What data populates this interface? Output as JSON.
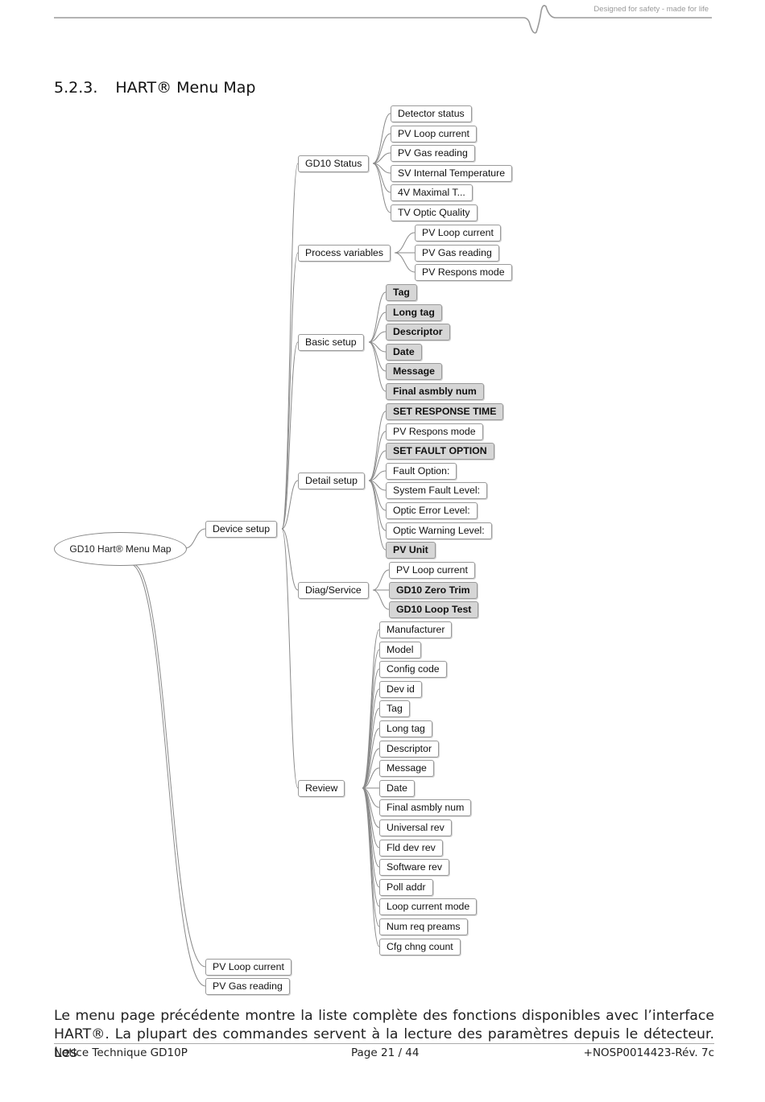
{
  "header": {
    "tagline": "Designed for safety - made for life"
  },
  "section": {
    "number": "5.2.3.",
    "title": "HART® Menu Map"
  },
  "menu_map": {
    "root": "GD10 Hart®  Menu Map",
    "level1": {
      "device_setup": "Device setup",
      "pv_loop_current": "PV Loop current",
      "pv_gas_reading": "PV Gas reading"
    },
    "level2": {
      "gd10_status": "GD10 Status",
      "process_variables": "Process variables",
      "basic_setup": "Basic setup",
      "detail_setup": "Detail setup",
      "diag_service": "Diag/Service",
      "review": "Review"
    },
    "gd10_status_items": [
      "Detector status",
      "PV Loop current",
      "PV Gas reading",
      "SV Internal Temperature",
      "4V Maximal T...",
      "TV Optic Quality"
    ],
    "process_variables_items": [
      "PV Loop current",
      "PV Gas reading",
      "PV Respons mode"
    ],
    "basic_setup_items": [
      "Tag",
      "Long tag",
      "Descriptor",
      "Date",
      "Message",
      "Final asmbly num"
    ],
    "detail_setup_items": [
      "SET RESPONSE TIME",
      "PV Respons mode",
      "SET FAULT OPTION",
      "Fault Option:",
      "System Fault Level:",
      "Optic Error Level:",
      "Optic Warning Level:",
      "PV Unit"
    ],
    "diag_service_items": [
      "PV Loop current",
      "GD10 Zero Trim",
      "GD10 Loop Test"
    ],
    "review_items": [
      "Manufacturer",
      "Model",
      "Config code",
      "Dev id",
      "Tag",
      "Long tag",
      "Descriptor",
      "Message",
      "Date",
      "Final asmbly num",
      "Universal rev",
      "Fld dev rev",
      "Software rev",
      "Poll addr",
      "Loop current mode",
      "Num req preams",
      "Cfg chng count"
    ]
  },
  "paragraph": "Le menu page précédente montre la liste complète des fonctions disponibles avec l’interface HART®. La plupart des commandes servent à la lecture des paramètres depuis le détecteur. Les",
  "footer": {
    "left": "Notice Technique GD10P",
    "center": "Page 21 / 44",
    "right": "+NOSP0014423-Rév. 7c"
  }
}
